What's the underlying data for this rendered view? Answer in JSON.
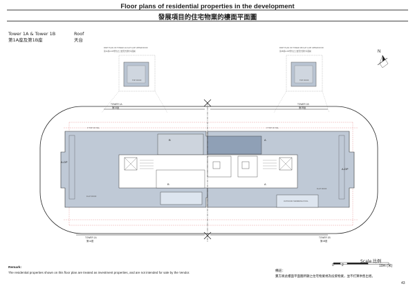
{
  "header": {
    "title_en": "Floor plans of residential properties in the development",
    "title_zh": "發展項目的住宅物業的樓面平面圖"
  },
  "tower_info": {
    "tower_en": "Tower 1A & Tower 1B",
    "tower_zh": "第1A座及第1B座",
    "floor_en": "Roof",
    "floor_zh": "天台"
  },
  "plan": {
    "callout_left_en": "PART PLAN OF TOWER 1A FLAT A-DP UPPER ROOF",
    "callout_left_zh": "第1A座A-DP單位之上層天台部份平面圖",
    "callout_right_en": "PART PLAN OF TOWER 1B FLAT A-DP UPPER ROOF",
    "callout_right_zh": "第1B座A-DP單位之上層天台部份平面圖",
    "top_roof_label": "TOP ROOF",
    "tower_1a_en": "TOWER 1A",
    "tower_1a_zh": "第1A座",
    "tower_1b_en": "TOWER 1B",
    "tower_1b_zh": "第1B座",
    "flat_a_dp": "A-DP",
    "flat_b": "B",
    "flat_a": "A",
    "ss_labels": [
      "0' TOP OF SSL",
      "0' TOP OF SSL"
    ],
    "roof_labels": [
      "FLAT ROOF",
      "FLAT ROOF",
      "OUTDOOR SWIMMING POOL"
    ],
    "north_label": "N"
  },
  "scale": {
    "title": "Scale 比例",
    "tick_0": "0",
    "tick_2": "2",
    "tick_10": "10m (米)"
  },
  "remarks": {
    "title_en": "Remark:",
    "text_en": "The residential properties shown on this floor plan are treated as investment properties, and are not intended for sale by the Vendor.",
    "title_zh": "備註：",
    "text_zh": "賣方將此樓面平面圖所顯之住宅物業視為投資物業，並不打算供售出者。"
  },
  "page_number": "43"
}
